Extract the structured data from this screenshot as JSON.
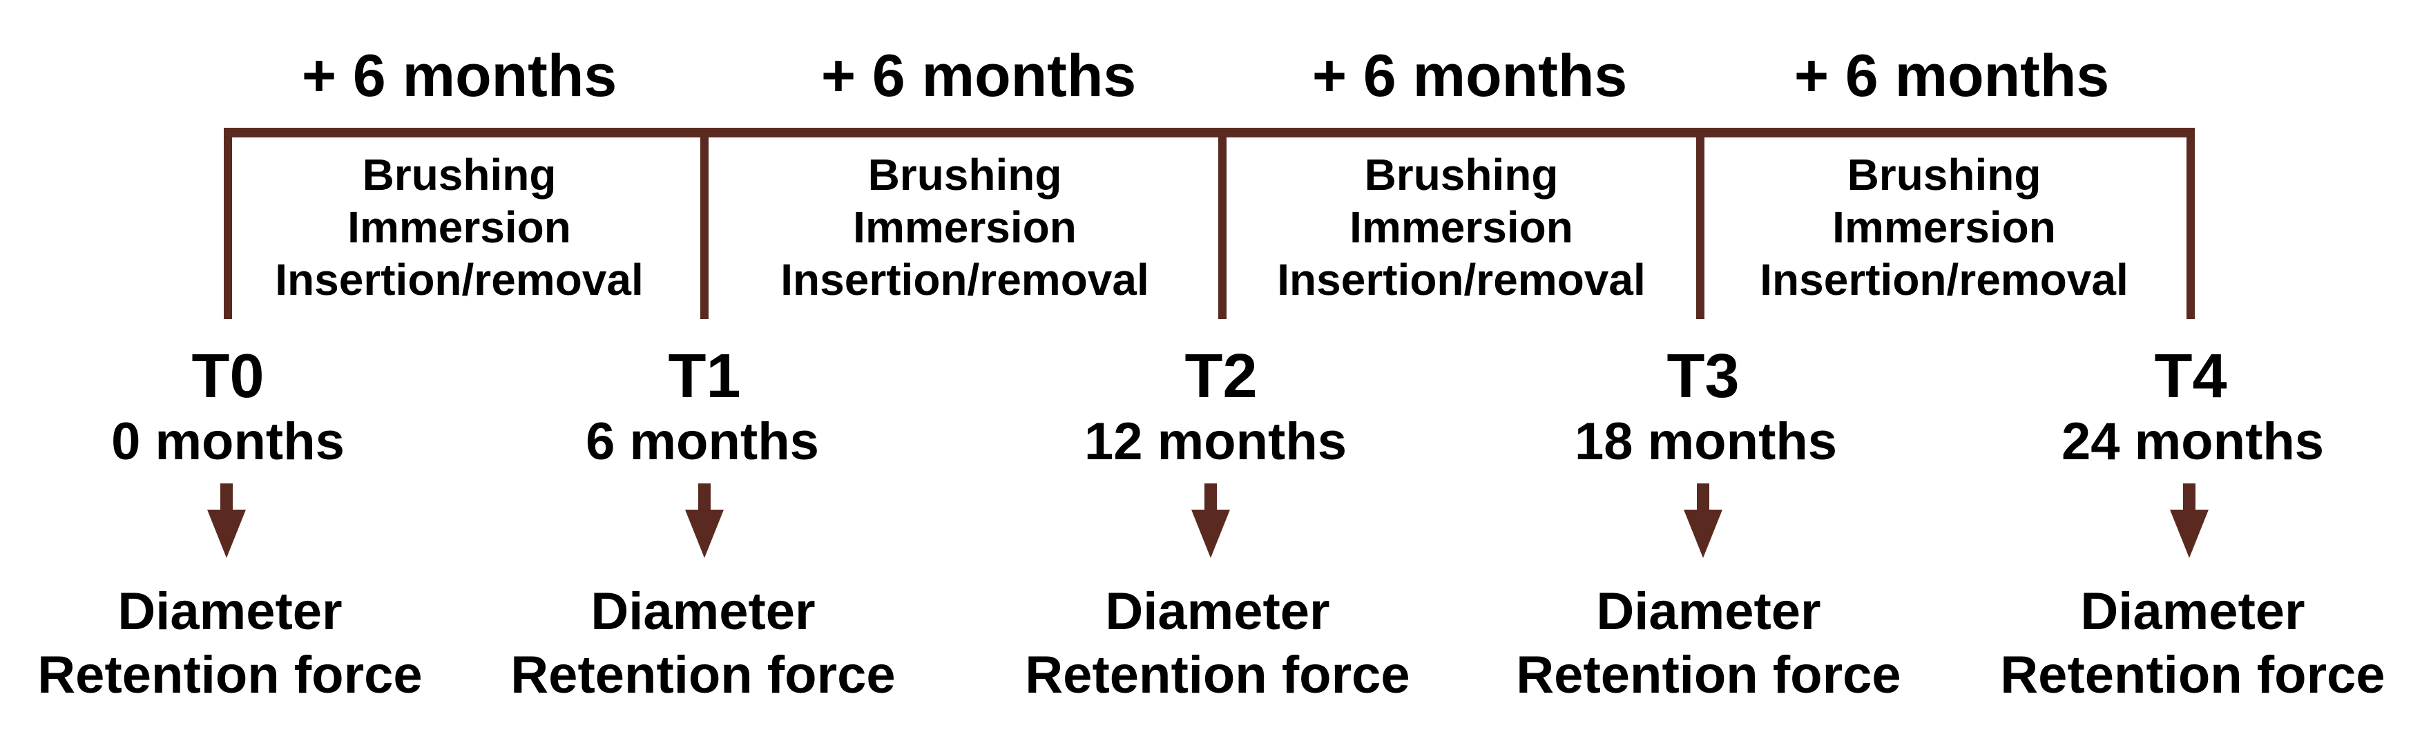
{
  "colors": {
    "line": "#5a2a20",
    "text": "#000000",
    "background": "#ffffff"
  },
  "intervals": [
    {
      "label": "+ 6 months",
      "treatments": [
        "Brushing",
        "Immersion",
        "Insertion/removal"
      ]
    },
    {
      "label": "+ 6 months",
      "treatments": [
        "Brushing",
        "Immersion",
        "Insertion/removal"
      ]
    },
    {
      "label": "+ 6 months",
      "treatments": [
        "Brushing",
        "Immersion",
        "Insertion/removal"
      ]
    },
    {
      "label": "+ 6 months",
      "treatments": [
        "Brushing",
        "Immersion",
        "Insertion/removal"
      ]
    }
  ],
  "timepoints": [
    {
      "id": "T0",
      "time": "0 months",
      "measurements": [
        "Diameter",
        "Retention force"
      ]
    },
    {
      "id": "T1",
      "time": "6 months",
      "measurements": [
        "Diameter",
        "Retention force"
      ]
    },
    {
      "id": "T2",
      "time": "12 months",
      "measurements": [
        "Diameter",
        "Retention force"
      ]
    },
    {
      "id": "T3",
      "time": "18 months",
      "measurements": [
        "Diameter",
        "Retention force"
      ]
    },
    {
      "id": "T4",
      "time": "24 months",
      "measurements": [
        "Diameter",
        "Retention force"
      ]
    }
  ]
}
